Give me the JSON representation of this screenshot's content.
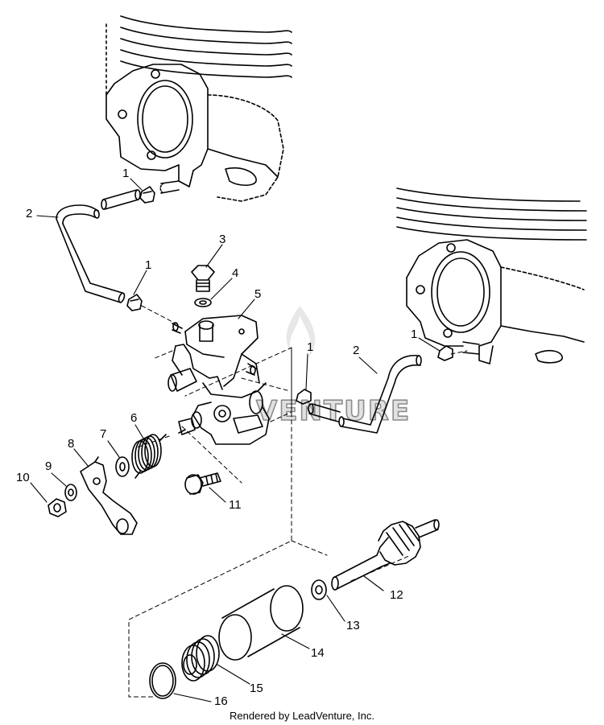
{
  "diagram": {
    "callouts": [
      {
        "id": "c1a",
        "label": "1"
      },
      {
        "id": "c2a",
        "label": "2"
      },
      {
        "id": "c1b",
        "label": "1"
      },
      {
        "id": "c3",
        "label": "3"
      },
      {
        "id": "c4",
        "label": "4"
      },
      {
        "id": "c5",
        "label": "5"
      },
      {
        "id": "c1c",
        "label": "1"
      },
      {
        "id": "c1d",
        "label": "1"
      },
      {
        "id": "c2b",
        "label": "2"
      },
      {
        "id": "c6",
        "label": "6"
      },
      {
        "id": "c7",
        "label": "7"
      },
      {
        "id": "c8",
        "label": "8"
      },
      {
        "id": "c9",
        "label": "9"
      },
      {
        "id": "c10",
        "label": "10"
      },
      {
        "id": "c11",
        "label": "11"
      },
      {
        "id": "c12",
        "label": "12"
      },
      {
        "id": "c13",
        "label": "13"
      },
      {
        "id": "c14",
        "label": "14"
      },
      {
        "id": "c15",
        "label": "15"
      },
      {
        "id": "c16",
        "label": "16"
      }
    ],
    "watermark": "VENTURE",
    "footer": "Rendered by LeadVenture, Inc."
  }
}
